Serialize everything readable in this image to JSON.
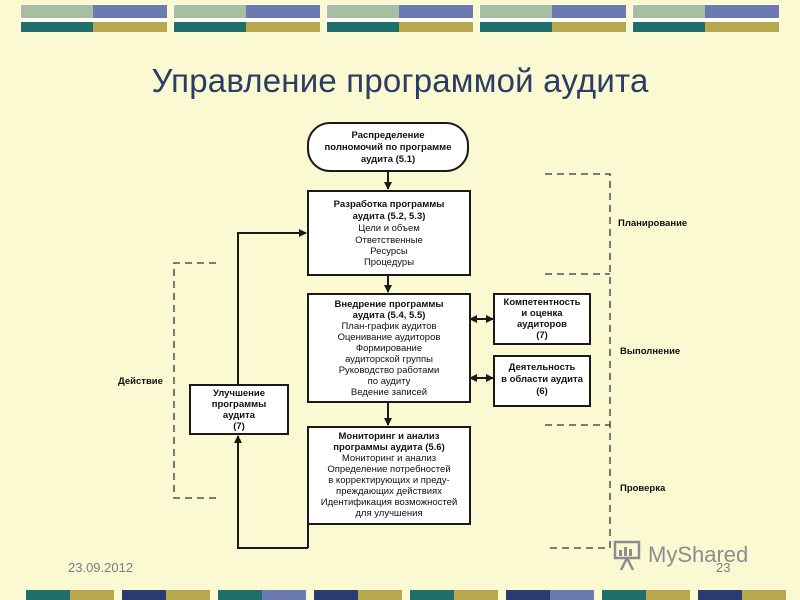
{
  "title": "Управление программой аудита",
  "footer": {
    "date": "23.09.2012",
    "page": "23"
  },
  "logo": {
    "text": "MyShared"
  },
  "colors": {
    "teal": "#1f6e69",
    "navy": "#2b3c72",
    "olive": "#b7a84d",
    "slate": "#6b7ab0",
    "sage": "#a7bfa0",
    "background": "#fbf9d2"
  },
  "boxes": {
    "distribution": [
      "Распределение",
      "полномочий по программе",
      "аудита (5.1)"
    ],
    "development": [
      "Разработка программы",
      "аудита (5.2, 5.3)",
      "Цели и объем",
      "Ответственные",
      "Ресурсы",
      "Процедуры"
    ],
    "implementation": [
      "Внедрение программы",
      "аудита (5.4, 5.5)",
      "План-график аудитов",
      "Оценивание аудиторов",
      "Формирование",
      "аудиторской группы",
      "Руководство работами",
      "по аудиту",
      "Ведение записей"
    ],
    "competence": [
      "Компетентность",
      "и оценка",
      "аудиторов",
      "(7)"
    ],
    "activity": [
      "Деятельность",
      "в области аудита",
      "(6)"
    ],
    "improvement": [
      "Улучшение",
      "программы",
      "аудита",
      "(7)"
    ],
    "monitoring": [
      "Мониторинг и анализ",
      "программы аудита (5.6)",
      "Мониторинг и анализ",
      "Определение потребностей",
      "в корректирующих и преду-",
      "преждающих действиях",
      "Идентификация возможностей",
      "для улучшения"
    ]
  },
  "phases": {
    "planning": "Планирование",
    "execution": "Выполнение",
    "check": "Проверка",
    "action": "Действие"
  }
}
